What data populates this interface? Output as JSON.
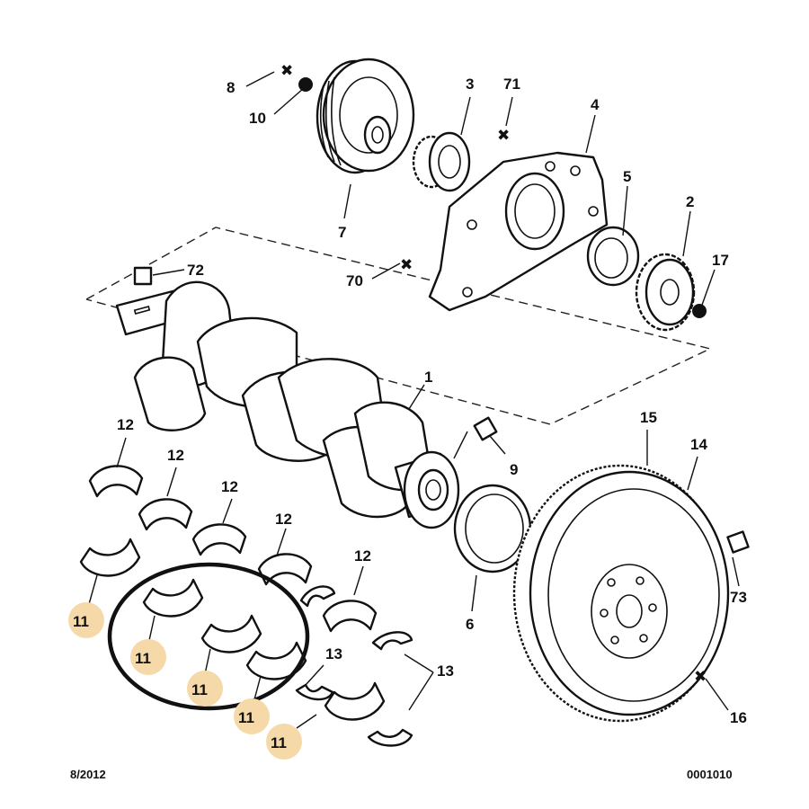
{
  "callouts": {
    "c1": "1",
    "c2": "2",
    "c3": "3",
    "c4": "4",
    "c5": "5",
    "c6": "6",
    "c7": "7",
    "c8": "8",
    "c9": "9",
    "c10": "10",
    "c11": "11",
    "c12": "12",
    "c13": "13",
    "c14": "14",
    "c15": "15",
    "c16": "16",
    "c17": "17",
    "c70": "70",
    "c71": "71",
    "c72": "72",
    "c73": "73"
  },
  "footer": {
    "date": "8/2012",
    "reference": "0001010"
  },
  "colors": {
    "ink": "#111111",
    "highlight": "#f6d9a8",
    "selection_circle": "#111111"
  }
}
